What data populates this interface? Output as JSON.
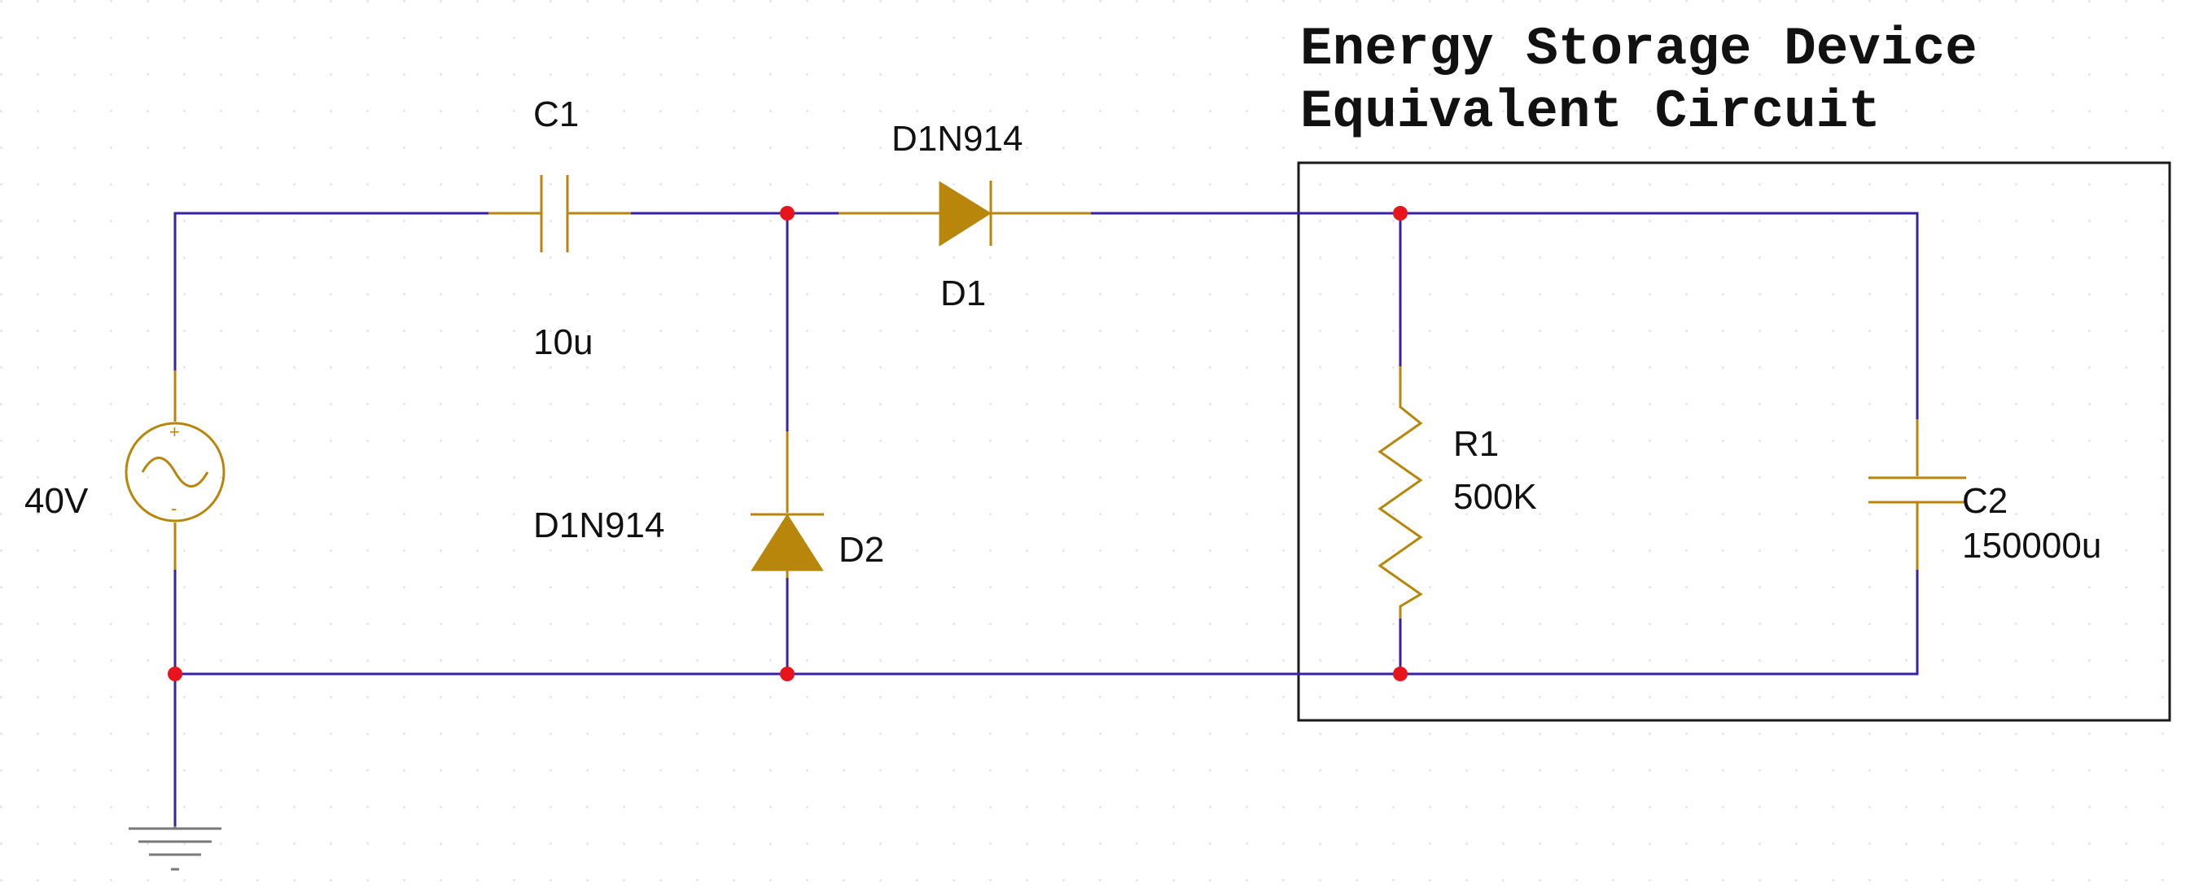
{
  "title": {
    "line1": "Energy Storage Device",
    "line2": "Equivalent Circuit"
  },
  "components": {
    "source": {
      "value": "40V",
      "plus": "+",
      "minus": "-"
    },
    "c1": {
      "ref": "C1",
      "value": "10u"
    },
    "d1": {
      "ref": "D1",
      "model": "D1N914"
    },
    "d2": {
      "ref": "D2",
      "model": "D1N914"
    },
    "r1": {
      "ref": "R1",
      "value": "500K"
    },
    "c2": {
      "ref": "C2",
      "value": "150000u"
    }
  },
  "colors": {
    "wire": "#3b1fa8",
    "component": "#b8860b",
    "node": "#e8141c",
    "ground": "#7a7a7a",
    "grid": "#e6e6e6"
  },
  "icons": [
    "ac-source-icon",
    "capacitor-icon",
    "diode-icon",
    "resistor-icon",
    "ground-icon",
    "junction-dot-icon"
  ]
}
